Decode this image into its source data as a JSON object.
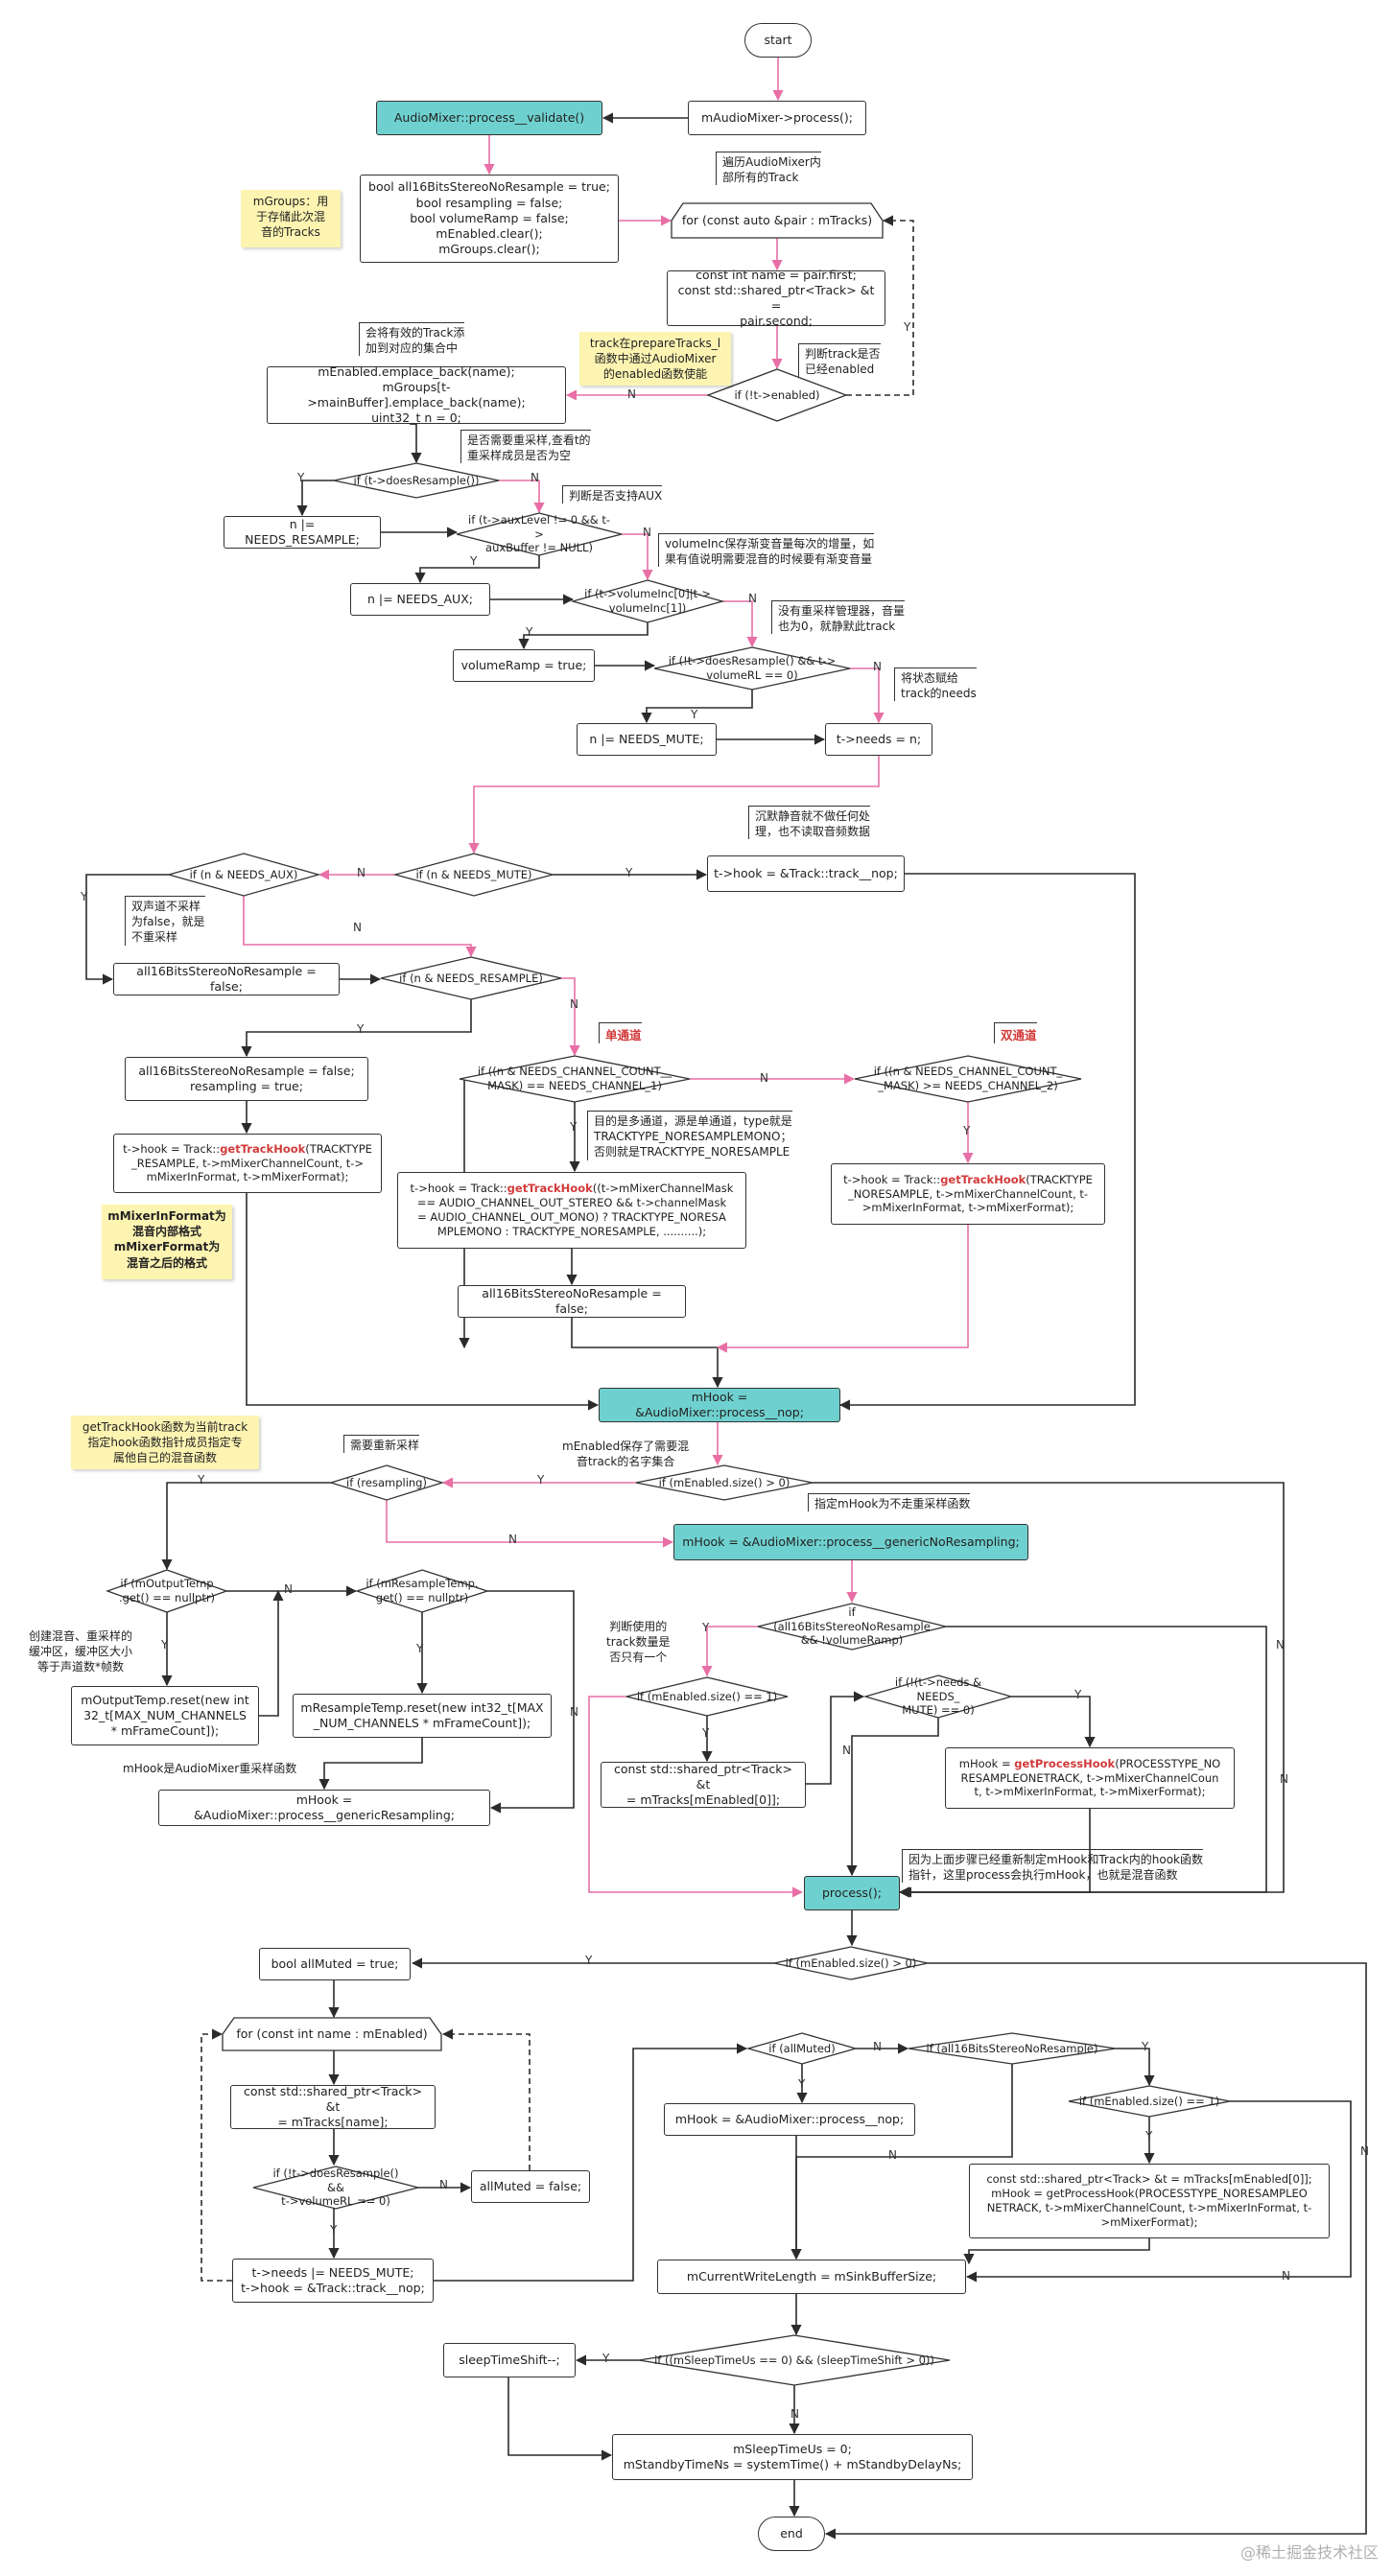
{
  "nodes": {
    "start": "start",
    "process_call": "mAudioMixer->process();",
    "validate": "AudioMixer::process__validate()",
    "init_vars": "bool all16BitsStereoNoResample = true;\nbool resampling = false;\nbool volumeRamp = false;\nmEnabled.clear();\nmGroups.clear();",
    "for_tracks": "for (const auto &pair : mTracks)",
    "get_track": "const int name = pair.first;\nconst std::shared_ptr<Track> &t =\npair.second;",
    "if_enabled": "if (!t->enabled)",
    "emplace": "mEnabled.emplace_back(name);\nmGroups[t->mainBuffer].emplace_back(name);\nuint32_t n = 0;",
    "if_doesResample": "if (t->doesResample())",
    "needs_resample": "n |= NEEDS_RESAMPLE;",
    "if_aux": "if (t->auxLevel != 0 && t->\nauxBuffer != NULL)",
    "needs_aux": "n |= NEEDS_AUX;",
    "if_volumeInc": "if (t->volumeInc[0]|t->\nvolumeInc[1])",
    "volumeRamp_true": "volumeRamp = true;",
    "if_mute": "if (!t->doesResample() && t->\nvolumeRL == 0)",
    "needs_mute": "n |= NEEDS_MUTE;",
    "t_needs": "t->needs = n;",
    "if_needs_mute": "if (n & NEEDS_MUTE)",
    "hook_nop": "t->hook = &Track::track__nop;",
    "if_needs_aux": "if (n & NEEDS_AUX)",
    "all16_false_1": "all16BitsStereoNoResample = false;",
    "if_needs_resample": "if (n & NEEDS_RESAMPLE)",
    "all16_false_resampling": "all16BitsStereoNoResample = false;\nresampling = true;",
    "hook_resample_pre": "t->hook = Track::",
    "hook_resample_fn": "getTrackHook",
    "hook_resample_post": "(TRACKTYPE\n_RESAMPLE, t->mMixerChannelCount, t->\nmMixerInFormat, t->mMixerFormat);",
    "if_mono": "if ((n & NEEDS_CHANNEL_COUNT__\nMASK) == NEEDS_CHANNEL_1)",
    "if_stereo": "if ((n & NEEDS_CHANNEL_COUNT_\n_MASK) >= NEEDS_CHANNEL_2)",
    "hook_mono_pre": "t->hook = Track::",
    "hook_mono_fn": "getTrackHook",
    "hook_mono_post": "((t->mMixerChannelMask\n== AUDIO_CHANNEL_OUT_STEREO && t->channelMask\n= AUDIO_CHANNEL_OUT_MONO) ? TRACKTYPE_NORESA\nMPLEMONO : TRACKTYPE_NORESAMPLE, ..........);",
    "hook_stereo_pre": "t->hook = Track::",
    "hook_stereo_fn": "getTrackHook",
    "hook_stereo_post": "(TRACKTYPE\n_NORESAMPLE, t->mMixerChannelCount, t-\n>mMixerInFormat, t->mMixerFormat);",
    "all16_false_2": "all16BitsStereoNoResample = false;",
    "mhook_nop": "mHook = &AudioMixer::process__nop;",
    "if_enabled_size": "if (mEnabled.size() > 0)",
    "if_resampling": "if (resampling)",
    "mhook_generic_noresample": "mHook = &AudioMixer::process__genericNoResampling;",
    "if_outputTemp": "if (mOutputTemp\n.get() == nullptr)",
    "if_resampleTemp": "if (mResampleTemp.\nget() == nullptr)",
    "output_reset": "mOutputTemp.reset(new int\n32_t[MAX_NUM_CHANNELS\n* mFrameCount]);",
    "resample_reset": "mResampleTemp.reset(new int32_t[MAX\n_NUM_CHANNELS * mFrameCount]);",
    "mhook_generic_resample": "mHook = &AudioMixer::process__genericResampling;",
    "if_all16_noramp": "if (all16BitsStereoNoResample\n&& !volumeRamp)",
    "if_size_eq1": "if (mEnabled.size() == 1)",
    "if_needs_mute2": "if (!(t->needs & NEEDS_\nMUTE) == 0)",
    "get_track0": "const std::shared_ptr<Track> &t\n= mTracks[mEnabled[0]];",
    "mhook_process_pre": "mHook = ",
    "mhook_process_fn": "getProcessHook",
    "mhook_process_post": "(PROCESSTYPE_NO\nRESAMPLEONETRACK, t->mMixerChannelCoun\nt, t->mMixerInFormat, t->mMixerFormat);",
    "process2": "process();",
    "if_enabled_size2": "if (mEnabled.size() > 0)",
    "allMuted_true": "bool allMuted = true;",
    "for_enabled": "for (const int name : mEnabled)",
    "get_track_name": "const std::shared_ptr<Track> &t\n= mTracks[name];",
    "if_mute2": "if (!t->doesResample() &&\nt->volumeRL == 0)",
    "allMuted_false": "allMuted = false;",
    "needs_mute_nop": "t->needs |= NEEDS_MUTE;\nt->hook = &Track::track__nop;",
    "if_allMuted": "if (allMuted)",
    "if_all16_2": "if (all16BitsStereoNoResample)",
    "mhook_nop2": "mHook = &AudioMixer::process__nop;",
    "if_size_eq1_2": "if (mEnabled.size() == 1)",
    "onetrack_block": "const std::shared_ptr<Track> &t = mTracks[mEnabled[0]];\nmHook = getProcessHook(PROCESSTYPE_NORESAMPLEO\nNETRACK, t->mMixerChannelCount, t->mMixerInFormat, t-\n>mMixerFormat);",
    "writeLength": "mCurrentWriteLength = mSinkBufferSize;",
    "if_sleep": "if ((mSleepTimeUs == 0) && (sleepTimeShift > 0))",
    "sleepShift": "sleepTimeShift--;",
    "standby": "mSleepTimeUs = 0;\nmStandbyTimeNs = systemTime() + mStandbyDelayNs;",
    "end": "end"
  },
  "notes": {
    "traverse": "遍历AudioMixer内\n部所有的Track",
    "mGroups": "mGroups：用\n于存储此次混\n音的Tracks",
    "add_valid": "会将有效的Track添\n加到对应的集合中",
    "prepareTracks": "track在prepareTracks_l\n函数中通过AudioMixer\n的enabled函数使能",
    "check_enabled": "判断track是否\n已经enabled",
    "need_resample": "是否需要重采样,查看t的\n重采样成员是否为空",
    "support_aux": "判断是否支持AUX",
    "volumeInc": "volumeInc保存渐变音量每次的增量，如\n果有值说明需要混音的时候要有渐变音量",
    "no_resampler": "没有重采样管理器，音量\n也为0，就静默此track",
    "assign_needs": "将状态赋给\ntrack的needs",
    "silent": "沉默静音就不做任何处\n理，也不读取音频数据",
    "stereo_no_resample": "双声道不采样\n为false，就是\n不重采样",
    "mono_desc": "目的是多通道，源是单通道，type就是\nTRACKTYPE_NORESAMPLEMONO；\n否则就是TRACKTYPE_NORESAMPLE",
    "mixer_format": "mMixerInFormat为\n混音内部格式\nmMixerFormat为\n混音之后的格式",
    "getTrackHook": "getTrackHook函数为当前track\n指定hook函数指针成员指定专\n属他自己的混音函数",
    "need_resample2": "需要重新采样",
    "mEnabled_names": "mEnabled保存了需要混\n音track的名字集合",
    "not_resample_fn": "指定mHook为不走重采样函数",
    "create_buffer": "创建混音、重采样的\n缓冲区，缓冲区大小\n等于声道数*帧数",
    "mhook_resample_fn": "mHook是AudioMixer重采样函数",
    "only_one": "判断使用的\ntrack数量是\n否只有一个",
    "reassigned": "因为上面步骤已经重新制定mHook和Track内的hook函数\n指针，这里process会执行mHook，也就是混音函数",
    "mono_tag": "单通道",
    "stereo_tag": "双通道"
  },
  "edge_labels": {
    "yes": "Y",
    "no": "N"
  },
  "watermark": "@稀土掘金技术社区",
  "colors": {
    "process_fill": "#6fd1cf",
    "sticky": "#fdf4b2",
    "arrow_pink": "#e86fa6",
    "arrow_black": "#2b2b2b",
    "highlight_red": "#d23a3a"
  }
}
